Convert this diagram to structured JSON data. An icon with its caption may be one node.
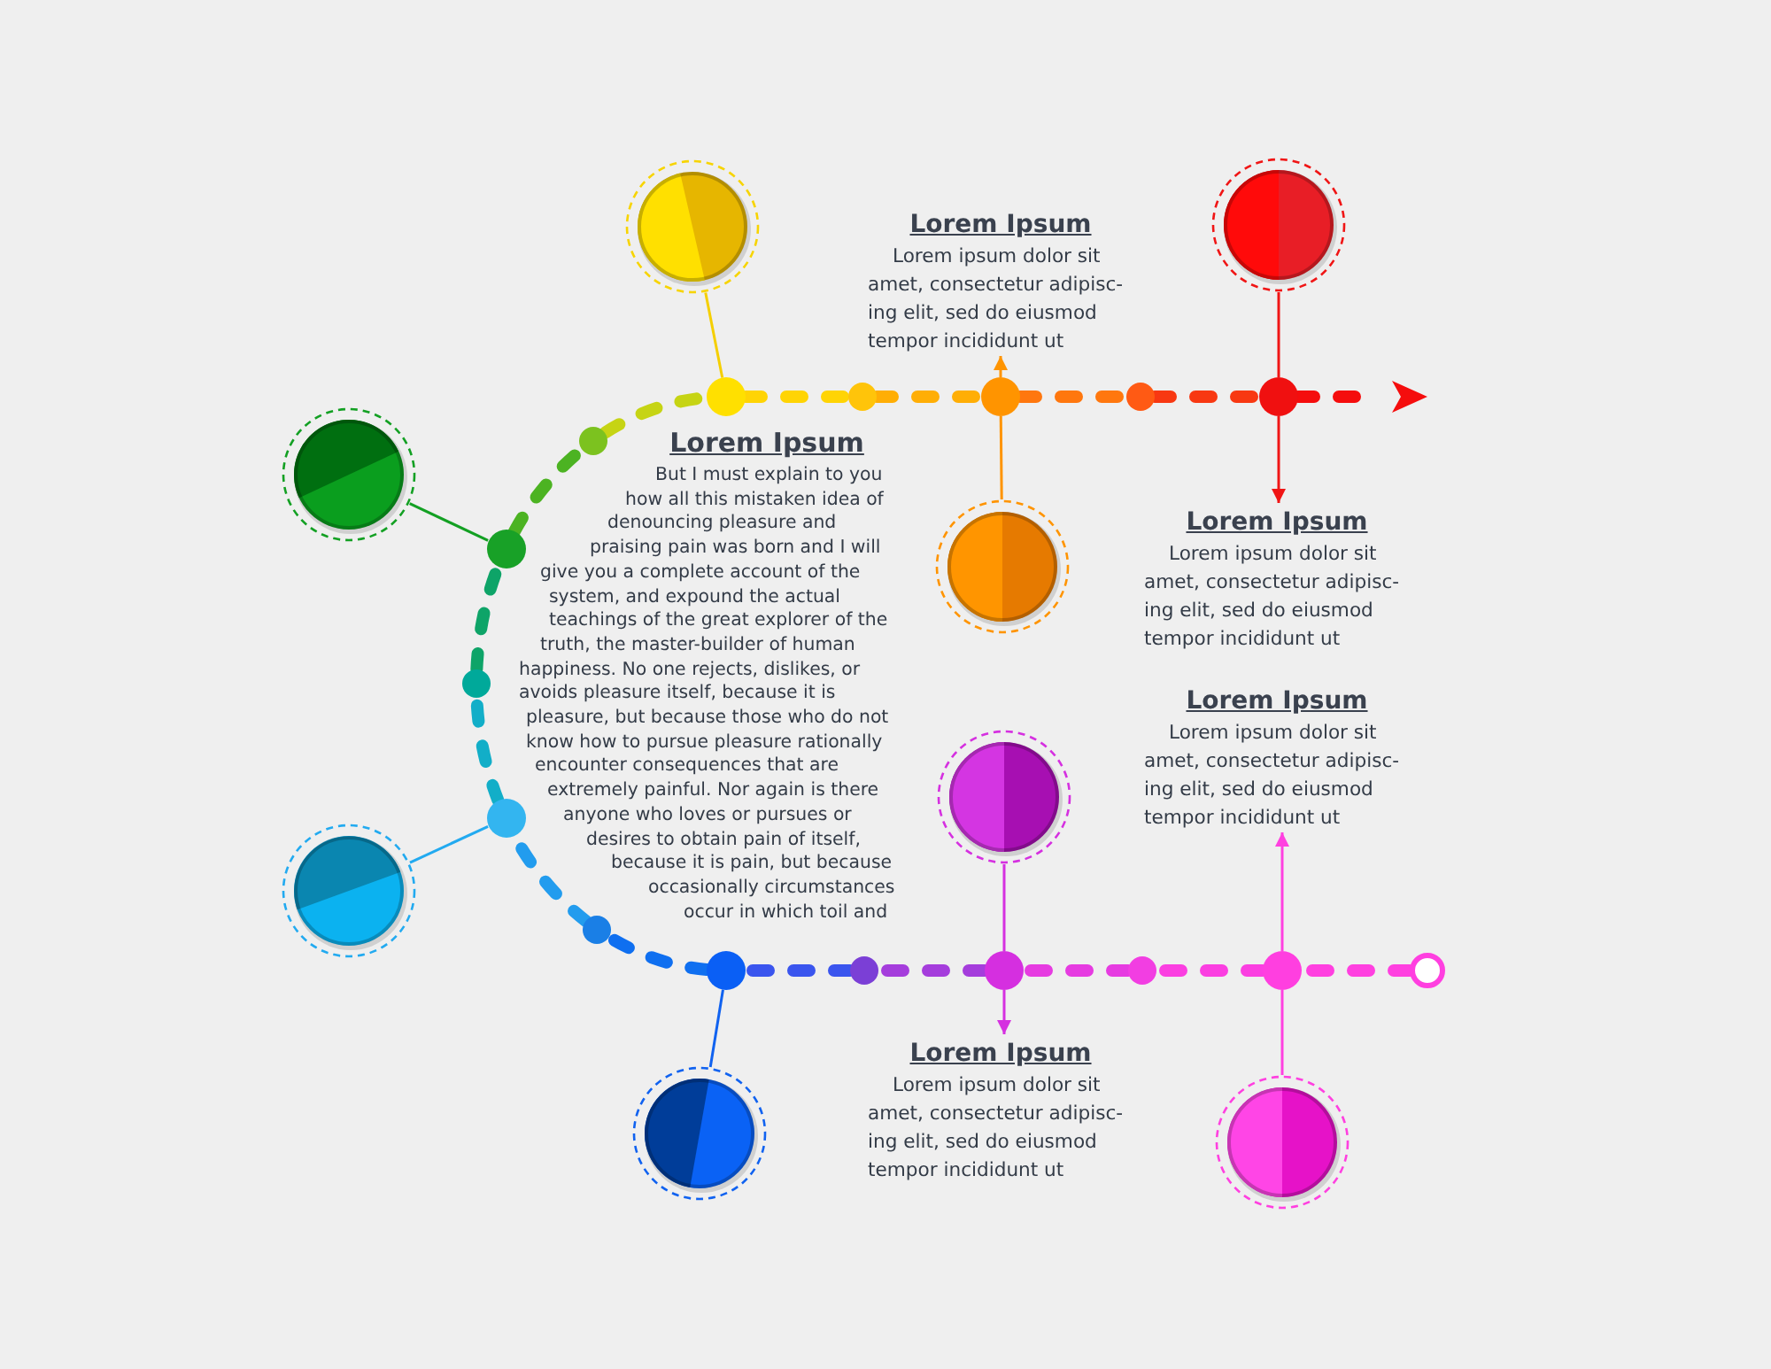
{
  "diagram": {
    "nodes": [
      {
        "text": [],
        "shape": "circle"
      },
      {
        "text": [],
        "shape": "circle"
      },
      {
        "text": [],
        "shape": "circle"
      },
      {
        "text": [],
        "shape": "circle"
      },
      {
        "text": [],
        "shape": "circle"
      },
      {
        "text": [],
        "shape": "circle"
      },
      {
        "text": [],
        "shape": "circle"
      },
      {
        "text": [],
        "shape": "circle"
      },
      {
        "text": [],
        "shape": "circle"
      },
      {
        "text": [],
        "shape": "circle"
      },
      {
        "text": [],
        "shape": "circle"
      },
      {
        "text": [],
        "shape": "circle"
      },
      {
        "text": [],
        "shape": "circle"
      },
      {
        "text": [],
        "shape": "circle"
      },
      {
        "text": [],
        "shape": "circle"
      },
      {
        "text": [],
        "shape": "circle"
      },
      {
        "text": [],
        "shape": "circle"
      },
      {
        "text": [],
        "shape": "circle"
      },
      {
        "text": [],
        "shape": "circle"
      },
      {
        "text": [],
        "shape": "circle"
      },
      {
        "text": [],
        "shape": "circle"
      },
      {
        "text": [],
        "shape": "circle"
      },
      {
        "text": [],
        "shape": "circle"
      },
      {
        "text": [],
        "shape": "circle"
      },
      {
        "text": [
          "Lorem Ipsum",
          "Lorem ipsum dolor sit amet, consectetur adipisc- ing elit, sed do eiusmod tempor incididunt ut"
        ]
      },
      {
        "text": [
          "Lorem Ipsum",
          "Lorem ipsum dolor sit amet, consectetur adipisc- ing elit, sed do eiusmod tempor incididunt ut"
        ]
      },
      {
        "text": [
          "Lorem Ipsum",
          "Lorem ipsum dolor sit amet, consectetur adipisc- ing elit, sed do eiusmod tempor incididunt ut"
        ]
      },
      {
        "text": [
          "Lorem Ipsum",
          "Lorem ipsum dolor sit amet, consectetur adipisc- ing elit, sed do eiusmod tempor incididunt ut"
        ]
      }
    ],
    "edges": [
      {
        "from": 0,
        "to": 1,
        "arrow": "none",
        "style": "dashed",
        "color": "#ff40e0"
      },
      {
        "from": 1,
        "to": 2,
        "arrow": "none",
        "style": "dashed",
        "color": "#fb3fe1"
      },
      {
        "from": 2,
        "to": 3,
        "arrow": "none",
        "style": "dashed",
        "color": "#e63be1"
      },
      {
        "from": 3,
        "to": 4,
        "arrow": "none",
        "style": "dashed",
        "color": "#a53ddc"
      },
      {
        "from": 4,
        "to": 5,
        "arrow": "none",
        "style": "dashed",
        "color": "#3a55ee"
      },
      {
        "from": 5,
        "to": 6,
        "arrow": "none",
        "style": "dashed",
        "color": "#0f6ff0"
      },
      {
        "from": 6,
        "to": 7,
        "arrow": "none",
        "style": "dashed",
        "color": "#229cee"
      },
      {
        "from": 7,
        "to": 8,
        "arrow": "none",
        "style": "dashed",
        "color": "#12aec8"
      },
      {
        "from": 8,
        "to": 9,
        "arrow": "none",
        "style": "dashed",
        "color": "#0ea468"
      },
      {
        "from": 9,
        "to": 10,
        "arrow": "none",
        "style": "dashed",
        "color": "#4cb322"
      },
      {
        "from": 10,
        "to": 11,
        "arrow": "none",
        "style": "dashed",
        "color": "#c6d414"
      },
      {
        "from": 11,
        "to": 12,
        "arrow": "none",
        "style": "dashed",
        "color": "#ffd404"
      },
      {
        "from": 12,
        "to": 13,
        "arrow": "none",
        "style": "dashed",
        "color": "#ffae05"
      },
      {
        "from": 13,
        "to": 14,
        "arrow": "none",
        "style": "dashed",
        "color": "#ff770e"
      },
      {
        "from": 14,
        "to": 15,
        "arrow": "none",
        "style": "dashed",
        "color": "#f83812"
      },
      {
        "from": 15,
        "to": null,
        "arrow": "to",
        "style": "dashed",
        "color": "#f50d0d"
      },
      {
        "from": 16,
        "to": 11,
        "arrow": "none",
        "color": "#f5cf00"
      },
      {
        "from": 17,
        "to": 15,
        "arrow": "none",
        "color": "#f01515"
      },
      {
        "from": 15,
        "to": 25,
        "arrow": "to",
        "color": "#f01515"
      },
      {
        "from": 18,
        "to": 9,
        "arrow": "none",
        "color": "#13a023"
      },
      {
        "from": 19,
        "to": 13,
        "arrow": "none",
        "color": "#ff9400"
      },
      {
        "from": 13,
        "to": 24,
        "arrow": "to",
        "color": "#ff9400"
      },
      {
        "from": 20,
        "to": 3,
        "arrow": "none",
        "color": "#d530e0"
      },
      {
        "from": 3,
        "to": 27,
        "arrow": "to",
        "color": "#d530e0"
      },
      {
        "from": 21,
        "to": 7,
        "arrow": "none",
        "color": "#22aaf0"
      },
      {
        "from": 22,
        "to": 5,
        "arrow": "none",
        "color": "#1062f0"
      },
      {
        "from": 23,
        "to": 1,
        "arrow": "none",
        "color": "#ff40e0"
      },
      {
        "from": 1,
        "to": 26,
        "arrow": "to",
        "color": "#ff40e0"
      }
    ],
    "labels": [
      "Lorem Ipsum",
      "But I must explain to you how all this mistaken idea of denouncing pleasure and praising pain was born and I will give you a complete account of the system, and expound the actual teachings of the great explorer of the truth, the master-builder of human happiness. No one rejects, dislikes, or avoids pleasure itself, because it is pleasure, but because those who do not know how to pursue pleasure rationally encounter consequences that are extremely painful. Nor again is there anyone who loves or pursues or desires to obtain pain of itself, because it is pain, but because occasionally circumstances occur in which toil and"
    ]
  }
}
